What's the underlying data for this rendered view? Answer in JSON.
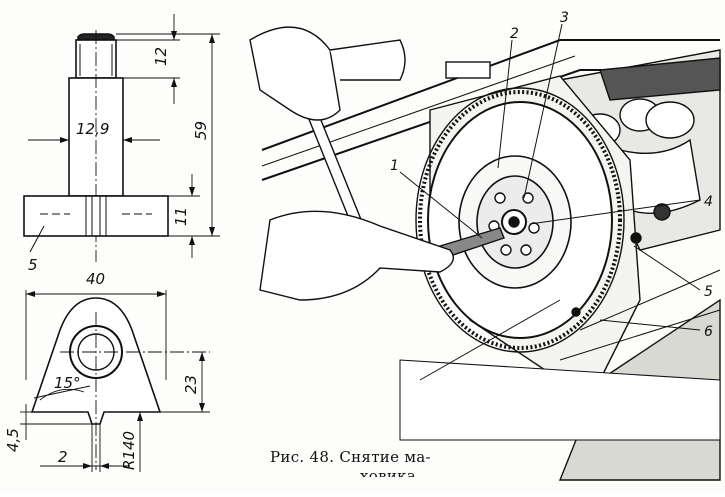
{
  "figure": {
    "caption_line1": "Рис. 48. Снятие ма-",
    "caption_line2": "ховика"
  },
  "drawing": {
    "dimensions": {
      "top_height": "12",
      "total_height": "59",
      "shaft_diameter": "12,9",
      "base_height": "11",
      "part_number": "5",
      "width": "40",
      "height_lower": "23",
      "angle": "15°",
      "notch_depth": "4,5",
      "notch_width": "2",
      "radius": "R140"
    }
  },
  "illustration": {
    "callouts": [
      "1",
      "2",
      "3",
      "4",
      "5",
      "6"
    ]
  }
}
